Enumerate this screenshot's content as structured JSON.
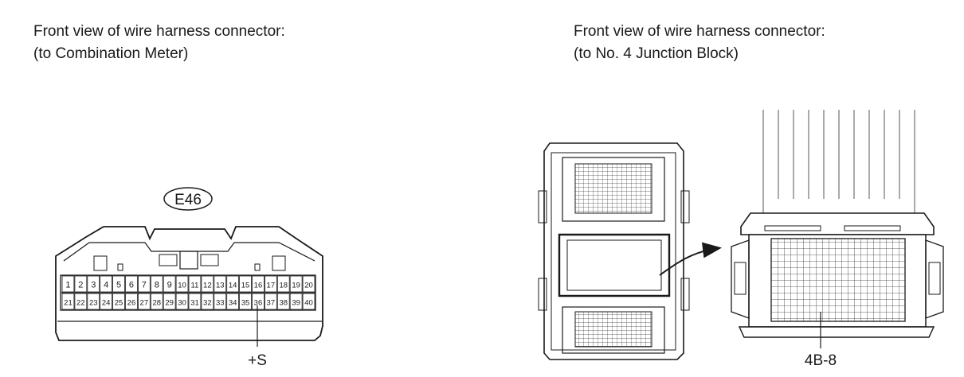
{
  "left_caption": {
    "line1": "Front view of wire harness connector:",
    "line2": "(to Combination Meter)"
  },
  "right_caption": {
    "line1": "Front view of wire harness connector:",
    "line2": "(to No. 4 Junction Block)"
  },
  "left_connector": {
    "code": "E46",
    "pins_top": [
      "1",
      "2",
      "3",
      "4",
      "5",
      "6",
      "7",
      "8",
      "9",
      "10",
      "11",
      "12",
      "13",
      "14",
      "15",
      "16",
      "17",
      "18",
      "19",
      "20"
    ],
    "pins_bottom": [
      "21",
      "22",
      "23",
      "24",
      "25",
      "26",
      "27",
      "28",
      "29",
      "30",
      "31",
      "32",
      "33",
      "34",
      "35",
      "36",
      "37",
      "38",
      "39",
      "40"
    ],
    "pin_label": "+S"
  },
  "right_connector": {
    "pin_label": "4B-8"
  }
}
